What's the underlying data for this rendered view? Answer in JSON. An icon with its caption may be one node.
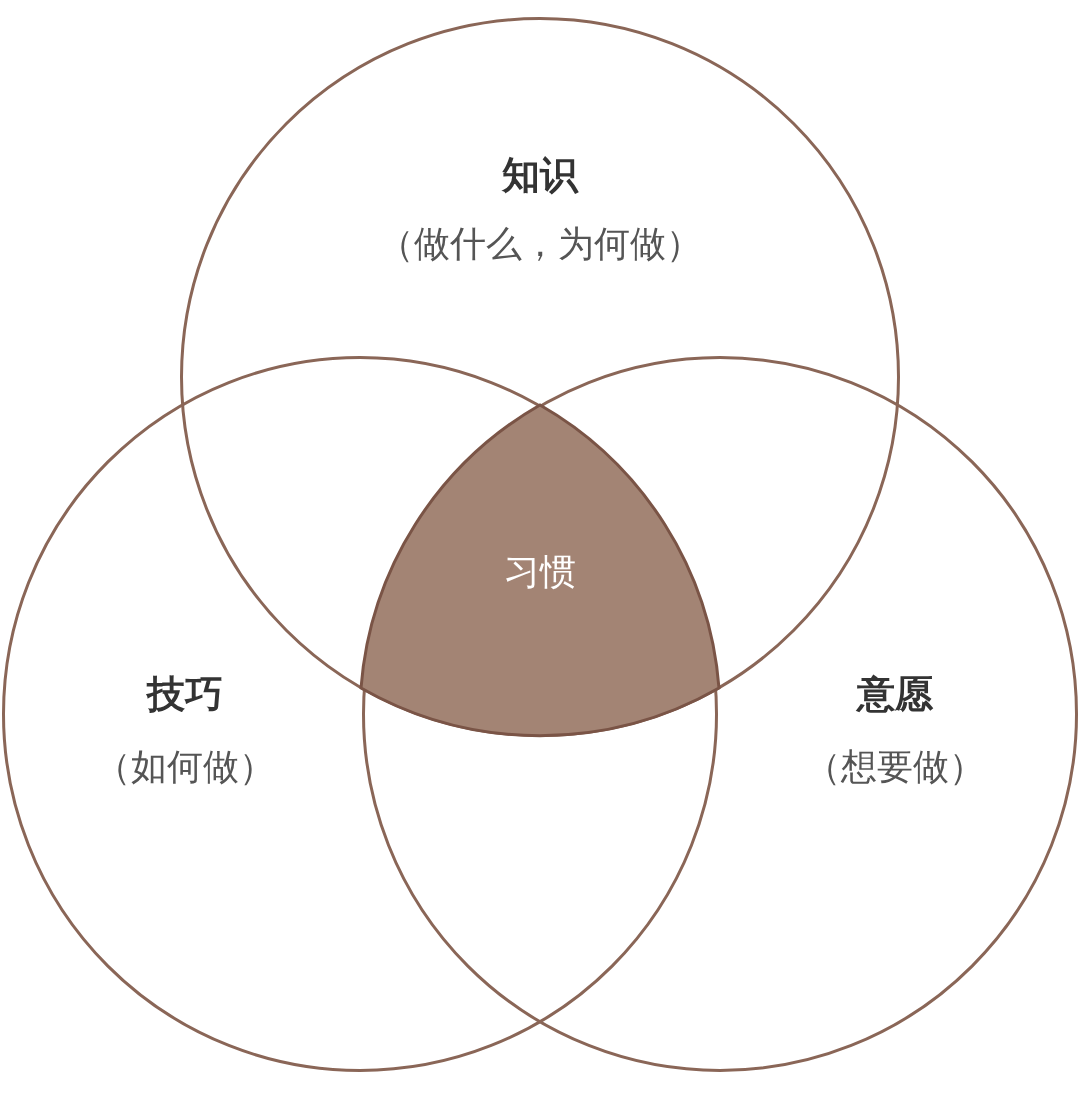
{
  "diagram": {
    "nodes": [
      {
        "text": [
          "知识",
          "（做什么，为何做）"
        ]
      },
      {
        "text": [
          "技巧",
          "（如何做）"
        ]
      },
      {
        "text": [
          "意愿",
          "（想要做）"
        ]
      },
      {
        "text": [
          "习惯"
        ]
      }
    ]
  }
}
